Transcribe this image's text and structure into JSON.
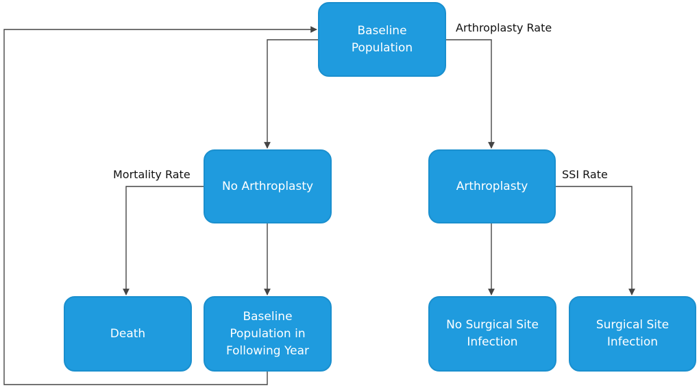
{
  "nodes": {
    "baseline_population": "Baseline\nPopulation",
    "no_arthroplasty": "No Arthroplasty",
    "arthroplasty": "Arthroplasty",
    "death": "Death",
    "baseline_following_year": "Baseline\nPopulation in\nFollowing Year",
    "no_ssi": "No Surgical Site\nInfection",
    "ssi": "Surgical Site\nInfection"
  },
  "edge_labels": {
    "arthroplasty_rate": "Arthroplasty Rate",
    "mortality_rate": "Mortality Rate",
    "ssi_rate": "SSI Rate"
  },
  "colors": {
    "node_fill": "#1f9bde",
    "node_border": "#1a8fce",
    "connector": "#444444"
  }
}
